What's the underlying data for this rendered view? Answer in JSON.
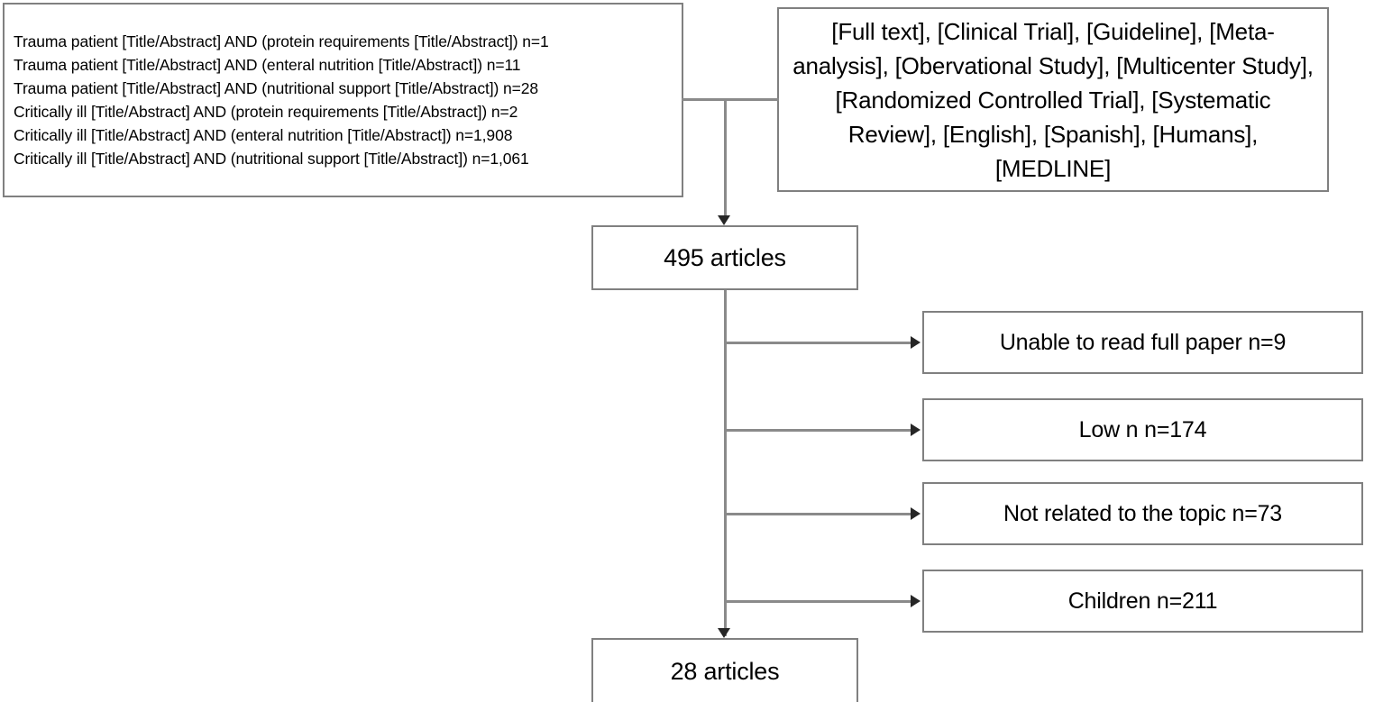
{
  "diagram": {
    "type": "prisma-flow-diagram",
    "search_terms_box": {
      "lines": [
        "Trauma patient [Title/Abstract] AND (protein requirements [Title/Abstract]) n=1",
        "Trauma patient [Title/Abstract] AND (enteral nutrition [Title/Abstract]) n=11",
        "Trauma patient [Title/Abstract] AND (nutritional support [Title/Abstract]) n=28",
        "Critically ill [Title/Abstract] AND (protein requirements [Title/Abstract]) n=2",
        "Critically ill [Title/Abstract] AND (enteral nutrition [Title/Abstract]) n=1,908",
        "Critically ill [Title/Abstract] AND (nutritional support [Title/Abstract]) n=1,061"
      ]
    },
    "filters_box": {
      "text": "[Full text], [Clinical Trial], [Guideline], [Meta-analysis], [Obervational Study], [Multicenter Study], [Randomized Controlled Trial], [Systematic Review], [English], [Spanish], [Humans], [MEDLINE]"
    },
    "records_box": {
      "label": "495 articles"
    },
    "included_box": {
      "label": "28 articles"
    },
    "exclusions": [
      {
        "label": "Unable to read full paper n=9"
      },
      {
        "label": "Low n n=174"
      },
      {
        "label": "Not related to the topic n=73"
      },
      {
        "label": "Children n=211"
      }
    ],
    "colors": {
      "box_border": "#808080",
      "connector": "#8a8a8a",
      "arrowhead": "#262626",
      "text": "#000000",
      "background": "#ffffff"
    }
  }
}
